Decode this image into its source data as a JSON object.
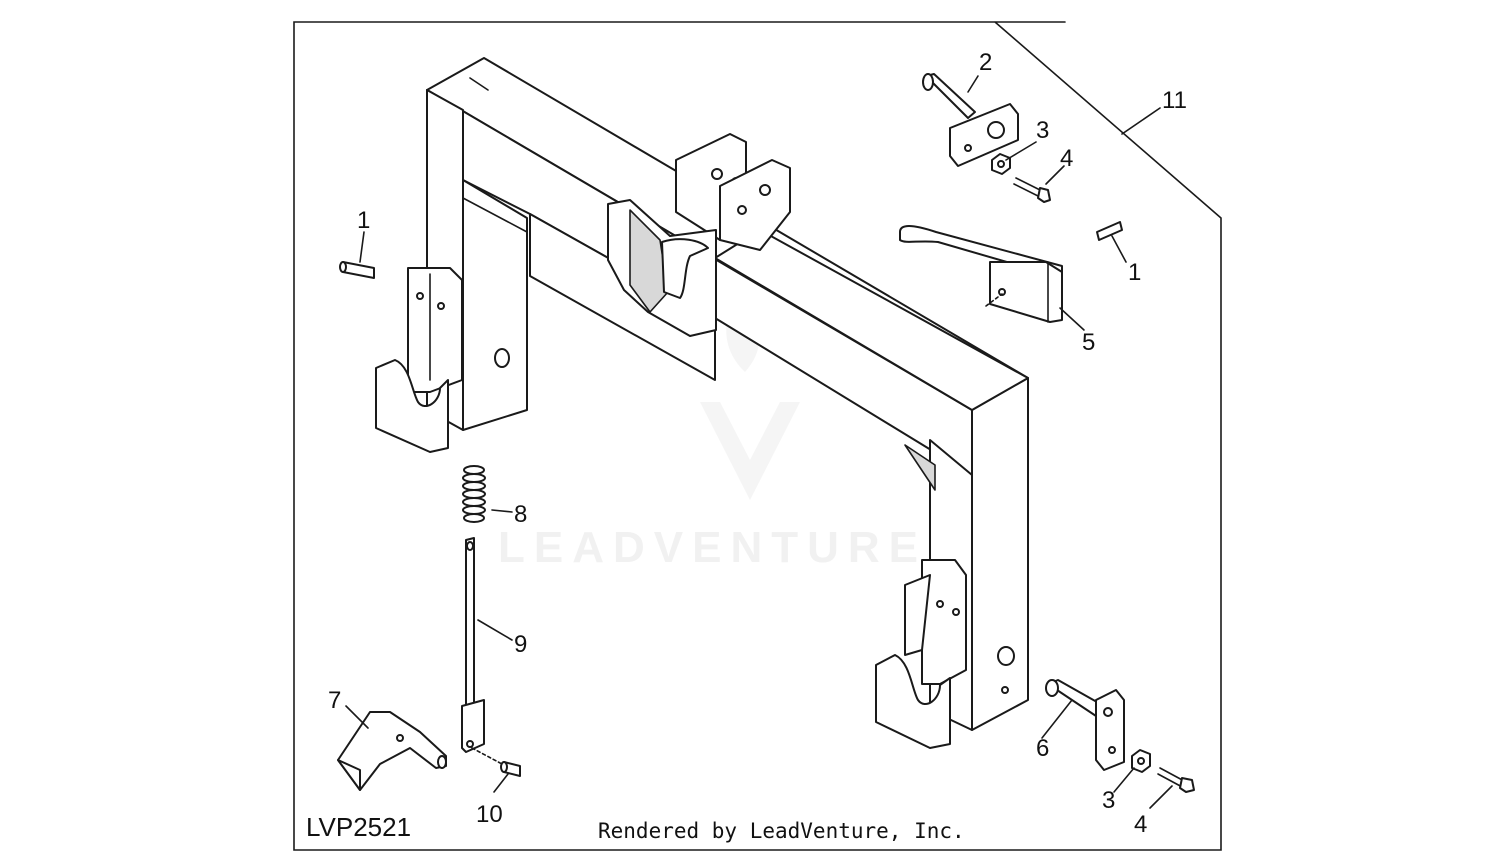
{
  "diagram": {
    "reference_code": "LVP2521",
    "credit": "Rendered by LeadVenture, Inc.",
    "watermark": "LEADVENTURE",
    "callouts": {
      "c1a": "1",
      "c1b": "1",
      "c2": "2",
      "c3a": "3",
      "c3b": "3",
      "c4a": "4",
      "c4b": "4",
      "c5": "5",
      "c6": "6",
      "c7": "7",
      "c8": "8",
      "c9": "9",
      "c10": "10",
      "c11": "11"
    }
  }
}
